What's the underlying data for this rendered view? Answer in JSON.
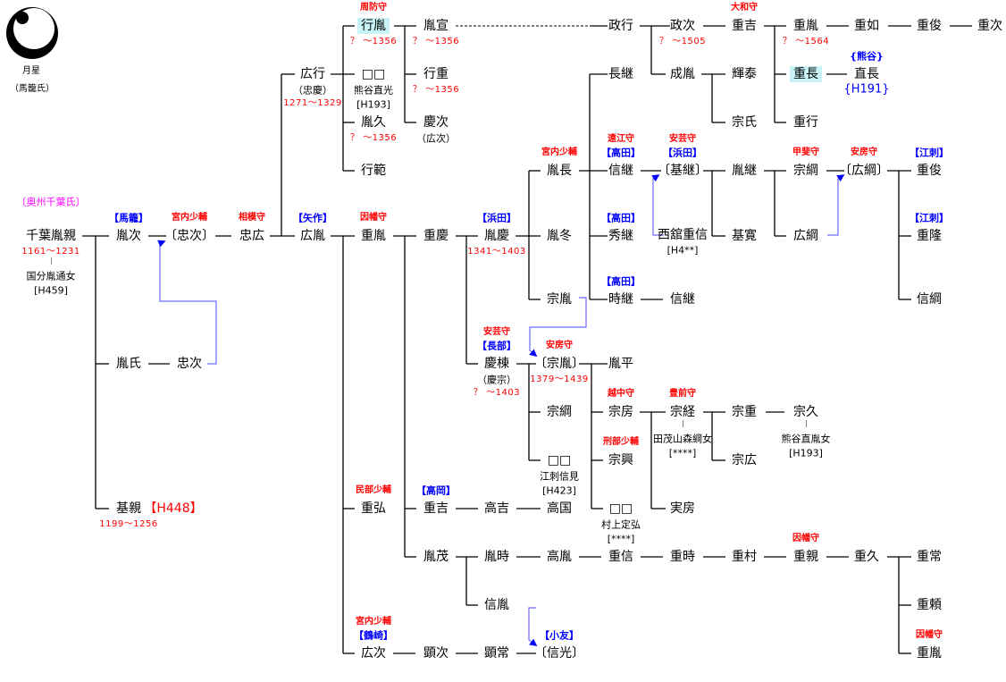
{
  "crest": {
    "name": "月星",
    "clan": "（馬籠氏）"
  },
  "clan_label": "〔奥州千葉氏〕",
  "persons": {
    "p01": {
      "name": "千葉胤親",
      "dates": "1161～1231",
      "spouse": "国分胤通女",
      "ref": "[H459]"
    },
    "p02": {
      "name": "胤次",
      "house": "【馬籠】"
    },
    "p03": {
      "name": "〔忠次〕",
      "title": "宮内少輔"
    },
    "p04": {
      "name": "忠広",
      "title": "相模守"
    },
    "p05": {
      "name": "広胤",
      "house": "【矢作】"
    },
    "p06": {
      "name": "広行",
      "alias": "（忠慶）",
      "dates": "1271～1329"
    },
    "p07": {
      "name": "行胤",
      "title": "周防守",
      "dates": "？ ～1356"
    },
    "p08": {
      "name": "□□",
      "spouse": "熊谷直光",
      "ref": "[H193]"
    },
    "p09": {
      "name": "胤久",
      "dates": "？ ～1356"
    },
    "p10": {
      "name": "行範"
    },
    "p11": {
      "name": "胤宣",
      "dates": "？ ～1356"
    },
    "p12": {
      "name": "行重",
      "dates": "？ ～1356"
    },
    "p13": {
      "name": "慶次",
      "alias": "（広次）"
    },
    "p14": {
      "name": "政行"
    },
    "p15": {
      "name": "政次",
      "dates": "？ ～1505"
    },
    "p16": {
      "name": "成胤"
    },
    "p17": {
      "name": "重吉",
      "title": "大和守"
    },
    "p18": {
      "name": "輝泰"
    },
    "p19": {
      "name": "宗氏"
    },
    "p20": {
      "name": "重胤",
      "dates": "？ ～1564"
    },
    "p21": {
      "name": "重長"
    },
    "p22": {
      "name": "重行"
    },
    "p23": {
      "name": "重如"
    },
    "p24": {
      "name": "直長",
      "house": "{熊谷}",
      "ref": "{H191}"
    },
    "p25": {
      "name": "重俊"
    },
    "p26": {
      "name": "重次"
    },
    "p27": {
      "name": "胤氏"
    },
    "p28": {
      "name": "忠次"
    },
    "p29": {
      "name": "基親",
      "ref": "【H448】",
      "dates": "1199～1256"
    },
    "p30": {
      "name": "重胤",
      "title": "因幡守"
    },
    "p31": {
      "name": "重慶"
    },
    "p32": {
      "name": "胤慶",
      "house": "【浜田】",
      "dates": "1341～1403"
    },
    "p33": {
      "name": "胤長",
      "title": "宮内少輔"
    },
    "p34": {
      "name": "胤冬"
    },
    "p35": {
      "name": "宗胤"
    },
    "p36": {
      "name": "長継"
    },
    "p37": {
      "name": "信継",
      "title": "遠江守",
      "house": "【高田】"
    },
    "p38": {
      "name": "秀継",
      "house": "【高田】"
    },
    "p39": {
      "name": "時継",
      "house": "【高田】"
    },
    "p40": {
      "name": "信継"
    },
    "p41": {
      "name": "〔基継〕",
      "title": "安芸守",
      "house": "【浜田】"
    },
    "p42": {
      "name": "西舘重信",
      "ref": "[H4**]"
    },
    "p43": {
      "name": "胤継"
    },
    "p44": {
      "name": "基寛"
    },
    "p45": {
      "name": "宗綱",
      "title": "甲斐守"
    },
    "p46": {
      "name": "広綱"
    },
    "p47": {
      "name": "〔広綱〕",
      "title": "安房守"
    },
    "p48": {
      "name": "重俊",
      "house": "【江刺】"
    },
    "p49": {
      "name": "重隆",
      "house": "【江刺】"
    },
    "p50": {
      "name": "信綱"
    },
    "p51": {
      "name": "慶棟",
      "title": "安芸守",
      "house": "【長部】",
      "alias": "（慶宗）",
      "dates": "？ ～1403"
    },
    "p52": {
      "name": "〔宗胤〕",
      "title": "安房守",
      "dates": "1379～1439"
    },
    "p53": {
      "name": "宗綱"
    },
    "p54": {
      "name": "□□",
      "spouse": "江刺信見",
      "ref": "[H423]"
    },
    "p55": {
      "name": "胤平"
    },
    "p56": {
      "name": "宗房",
      "title": "越中守"
    },
    "p57": {
      "name": "宗興",
      "title": "刑部少輔"
    },
    "p58": {
      "name": "□□",
      "spouse": "村上定弘",
      "ref": "[****]"
    },
    "p59": {
      "name": "宗経",
      "title": "豊前守",
      "spouse": "田茂山森綱女",
      "ref": "[****]"
    },
    "p60": {
      "name": "実房"
    },
    "p61": {
      "name": "宗重"
    },
    "p62": {
      "name": "宗広"
    },
    "p63": {
      "name": "宗久",
      "spouse": "熊谷直胤女",
      "ref": "[H193]"
    },
    "p64": {
      "name": "重弘",
      "title": "民部少輔"
    },
    "p65": {
      "name": "重吉",
      "house": "【高岡】"
    },
    "p66": {
      "name": "高吉"
    },
    "p67": {
      "name": "高国"
    },
    "p68": {
      "name": "胤茂"
    },
    "p69": {
      "name": "胤時"
    },
    "p70": {
      "name": "信胤"
    },
    "p71": {
      "name": "高胤"
    },
    "p72": {
      "name": "重信"
    },
    "p73": {
      "name": "重時"
    },
    "p74": {
      "name": "重村"
    },
    "p75": {
      "name": "重親",
      "title": "因幡守"
    },
    "p76": {
      "name": "重久"
    },
    "p77": {
      "name": "重常"
    },
    "p78": {
      "name": "重頼"
    },
    "p79": {
      "name": "重胤",
      "title": "因幡守"
    },
    "p80": {
      "name": "広次",
      "title": "宮内少輔",
      "house": "【鶴崎】"
    },
    "p81": {
      "name": "顕次"
    },
    "p82": {
      "name": "顕常"
    },
    "p83": {
      "name": "〔信光〕",
      "house": "【小友】"
    }
  }
}
